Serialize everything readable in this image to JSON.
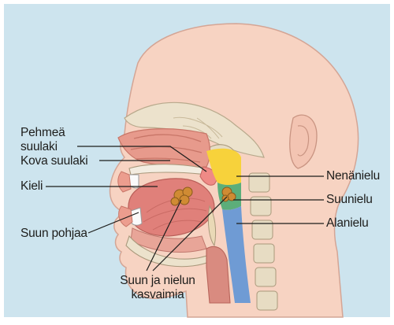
{
  "colors": {
    "background": "#cde4ee",
    "skin": "#f7d3c2",
    "skin_outline": "#d4a595",
    "nasopharynx": "#f7d23b",
    "oropharynx": "#5cae7a",
    "hypopharynx": "#6f9bd4",
    "tumor": "#d08b33",
    "line": "#1d1d1b"
  },
  "labels": {
    "soft_palate_line1": "Pehmeä",
    "soft_palate_line2": "suulaki",
    "hard_palate": "Kova suulaki",
    "tongue": "Kieli",
    "floor_of_mouth": "Suun pohjaa",
    "nasopharynx": "Nenänielu",
    "oropharynx": "Suunielu",
    "hypopharynx": "Alanielu",
    "tumors_line1": "Suun ja nielun",
    "tumors_line2": "kasvaimia"
  }
}
